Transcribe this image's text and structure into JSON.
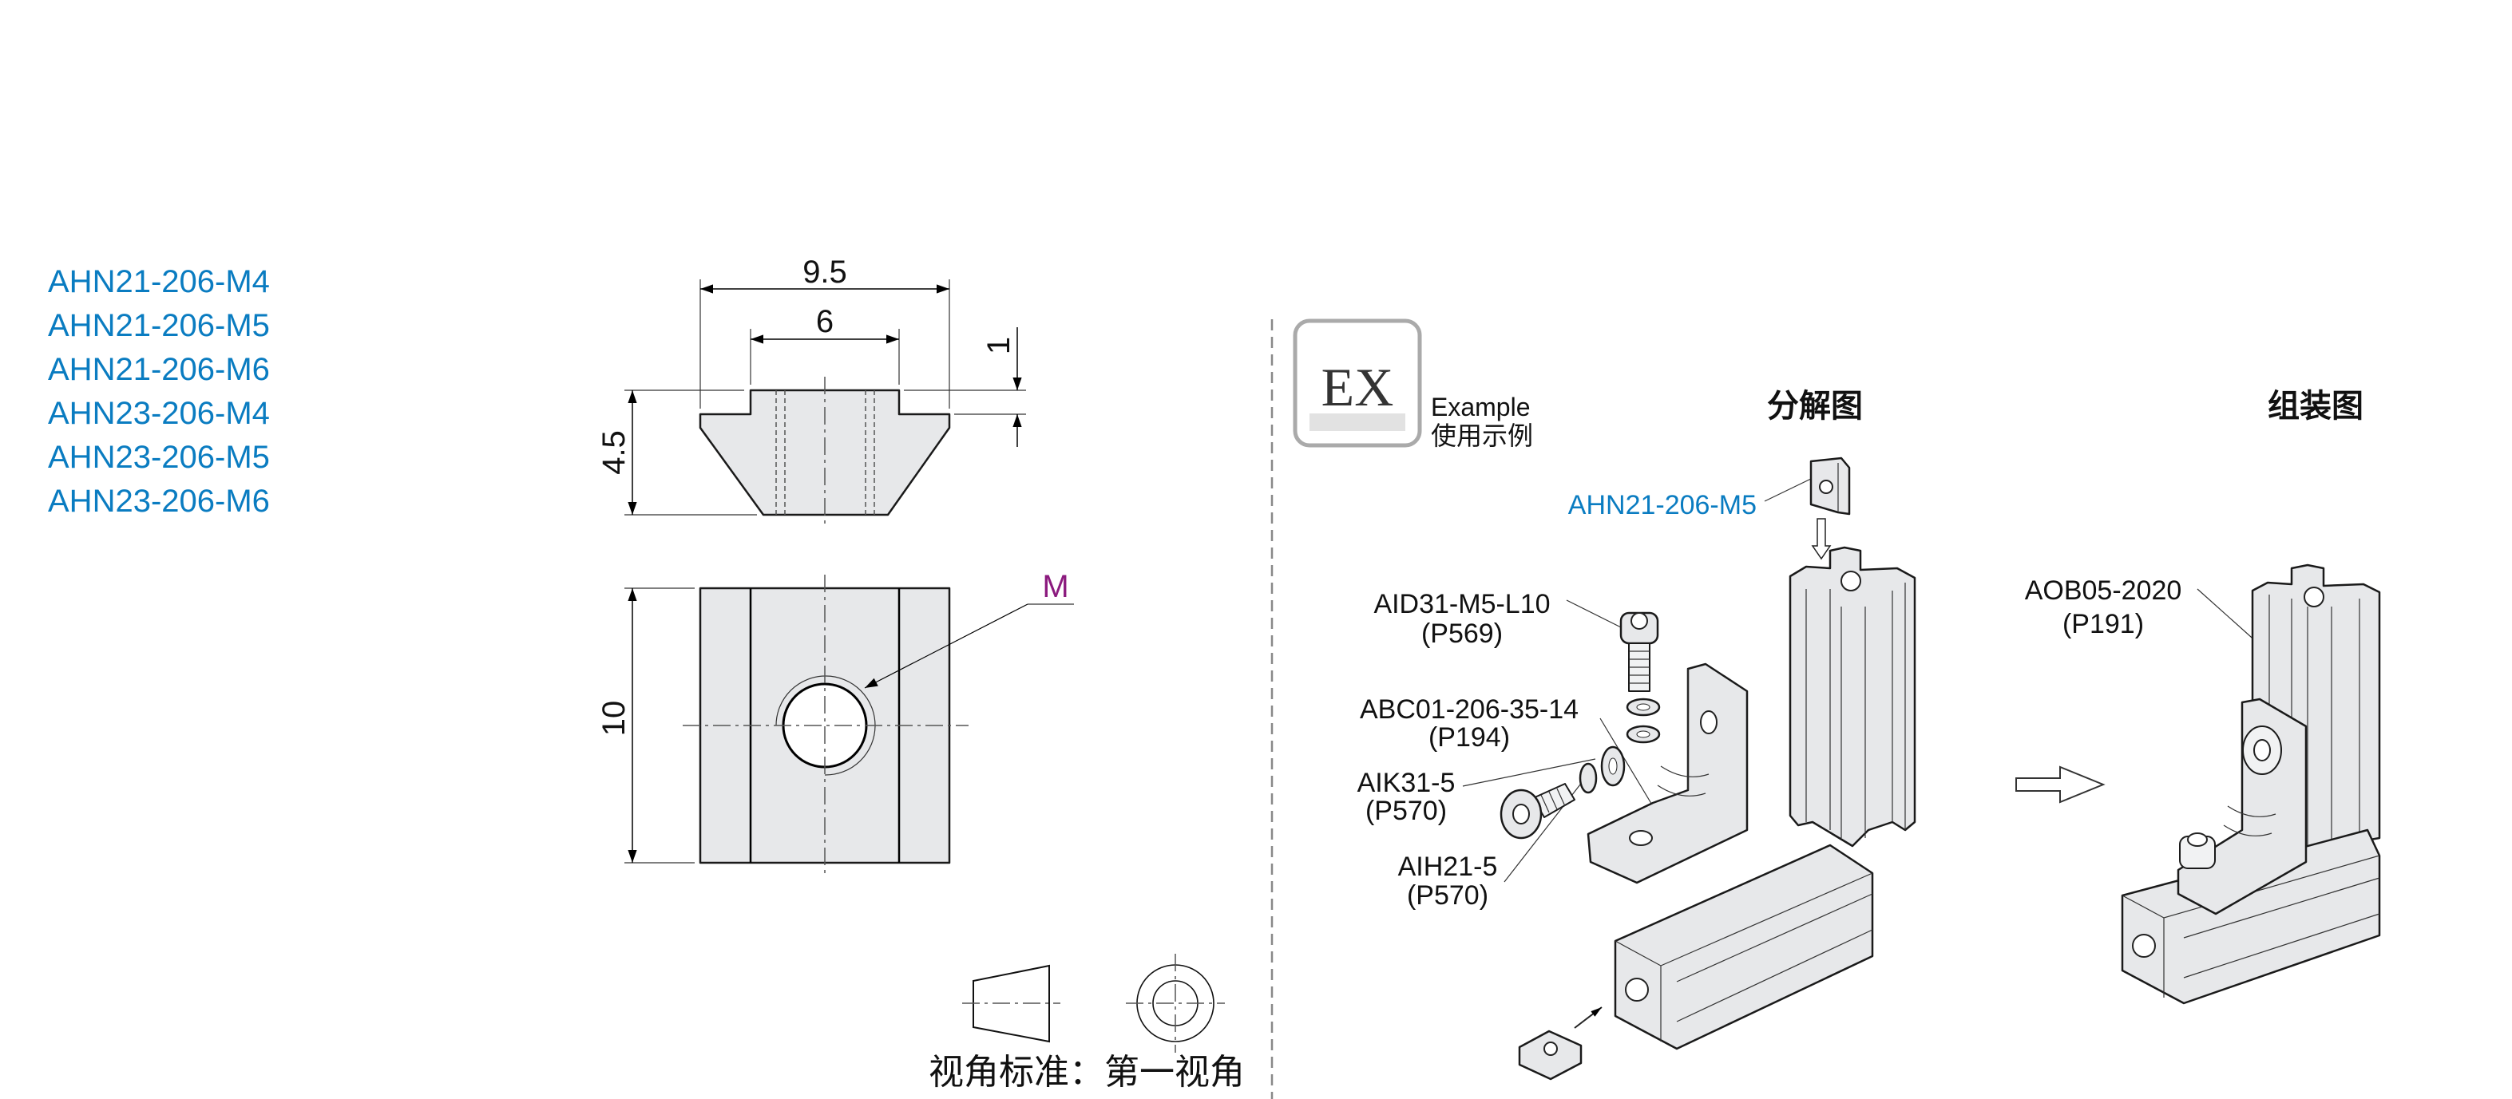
{
  "colors": {
    "part_code_blue": "#0a7cc1",
    "thread_label_purple": "#8b1a7e",
    "part_fill": "#e7e8ea"
  },
  "part_numbers": [
    "AHN21-206-M4",
    "AHN21-206-M5",
    "AHN21-206-M6",
    "AHN23-206-M4",
    "AHN23-206-M5",
    "AHN23-206-M6"
  ],
  "drawing": {
    "dim_width_total": "9.5",
    "dim_width_top": "6",
    "dim_step": "1",
    "dim_height": "4.5",
    "dim_length": "10",
    "thread_label": "M"
  },
  "projection": {
    "label": "视角标准：第一视角"
  },
  "example": {
    "badge": "EX",
    "title_en": "Example",
    "title_cn": "使用示例",
    "exploded_title": "分解图",
    "assembled_title": "组装图",
    "callouts": [
      {
        "code": "AHN21-206-M5",
        "page": ""
      },
      {
        "code": "AID31-M5-L10",
        "page": "(P569)"
      },
      {
        "code": "ABC01-206-35-14",
        "page": "(P194)"
      },
      {
        "code": "AIK31-5",
        "page": "(P570)"
      },
      {
        "code": "AIH21-5",
        "page": "(P570)"
      },
      {
        "code": "AOB05-2020",
        "page": "(P191)"
      }
    ]
  }
}
